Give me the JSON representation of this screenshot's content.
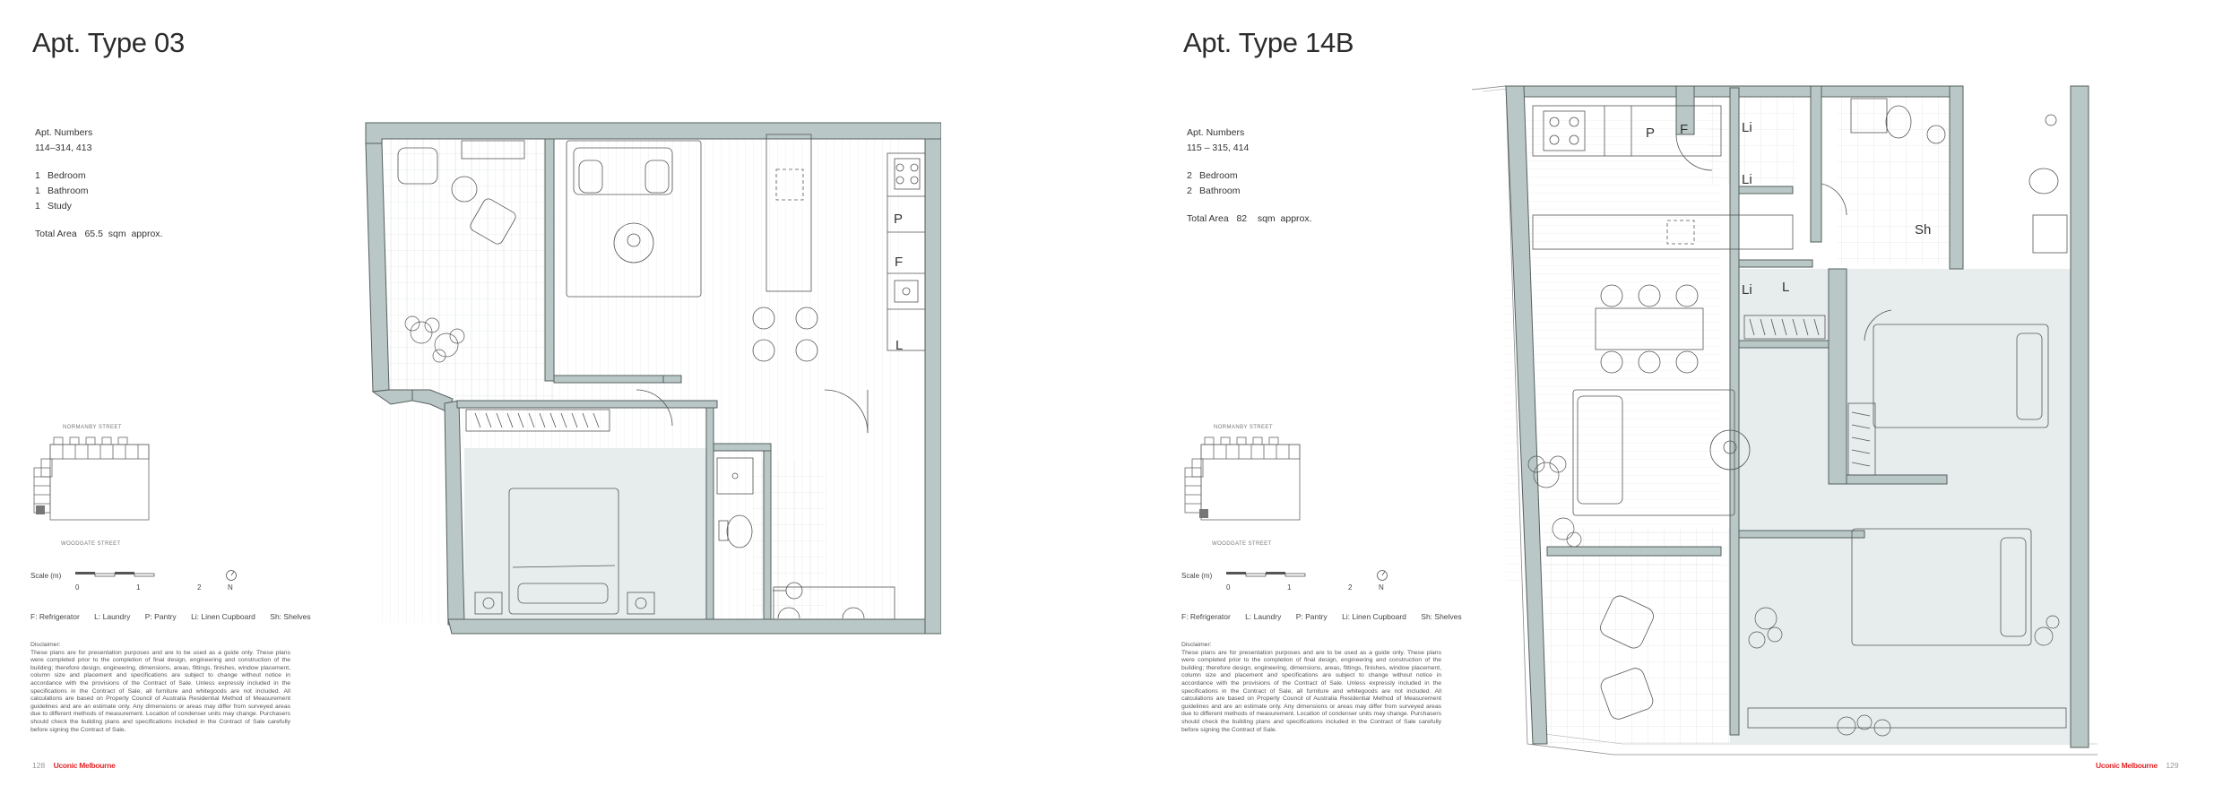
{
  "left": {
    "title": "Apt. Type 03",
    "apt_numbers_label": "Apt. Numbers",
    "apt_numbers": "114–314, 413",
    "rooms": [
      {
        "n": "1",
        "label": "Bedroom"
      },
      {
        "n": "1",
        "label": "Bathroom"
      },
      {
        "n": "1",
        "label": "Study"
      }
    ],
    "total_area_label": "Total Area",
    "total_area_value": "65.5",
    "total_area_unit": "sqm",
    "total_area_suffix": "approx.",
    "page_number": "128",
    "plan_labels": {
      "p": "P",
      "f": "F",
      "l": "L"
    }
  },
  "right": {
    "title": "Apt. Type 14B",
    "apt_numbers_label": "Apt. Numbers",
    "apt_numbers": "115 – 315, 414",
    "rooms": [
      {
        "n": "2",
        "label": "Bedroom"
      },
      {
        "n": "2",
        "label": "Bathroom"
      }
    ],
    "total_area_label": "Total Area",
    "total_area_value": "82",
    "total_area_unit": "sqm",
    "total_area_suffix": "approx.",
    "page_number": "129",
    "plan_labels": {
      "p": "P",
      "f": "F",
      "li": "Li",
      "l": "L",
      "sh": "Sh"
    }
  },
  "keymap": {
    "street_top": "NORMANBY STREET",
    "street_bottom": "WOODGATE STREET"
  },
  "scale": {
    "label": "Scale (m)",
    "ticks": [
      "0",
      "1",
      "2"
    ],
    "north": "N"
  },
  "legend": [
    "F: Refrigerator",
    "L: Laundry",
    "P: Pantry",
    "Li: Linen Cupboard",
    "Sh: Shelves"
  ],
  "disclaimer": {
    "heading": "Disclaimer:",
    "text": "These plans are for presentation purposes and are to be used as a guide only. These plans were completed prior to the completion of final design, engineering and construction of the building; therefore design, engineering, dimensions, areas, fittings, finishes, window placement, column size and placement and specifications are subject to change without notice in accordance with the provisions of the Contract of Sale. Unless expressly included in the specifications in the Contract of Sale, all furniture and whitegoods are not included. All calculations are based on Property Council of Australia Residential Method of Measurement guidelines and are an estimate only. Any dimensions or areas may differ from surveyed areas due to different methods of measurement. Location of condenser units may change. Purchasers should check the building plans and specifications included in the Contract of Sale carefully before signing the Contract of Sale."
  },
  "brand": "Uconic Melbourne",
  "colors": {
    "wall": "#b9c8c6",
    "wall_stroke": "#555f5e",
    "floor_tile": "#e6ebea",
    "brand": "#e3262b"
  }
}
